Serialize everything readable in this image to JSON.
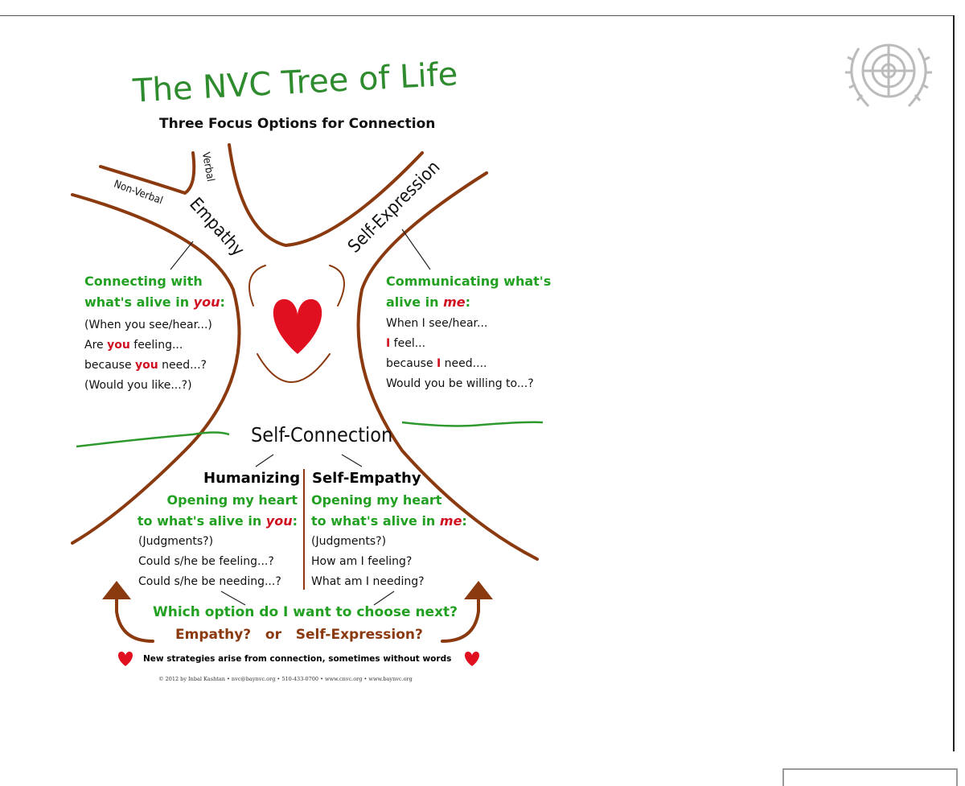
{
  "title": "The NVC Tree of Life",
  "subtitle": "Three Focus Options for Connection",
  "branches": {
    "verbal": "Verbal",
    "non_verbal": "Non-Verbal",
    "empathy": "Empathy",
    "self_expression": "Self-Expression",
    "self_connection": "Self-Connection"
  },
  "empathy": {
    "heading1": "Connecting with",
    "heading2_prefix": "what's alive in ",
    "heading2_em": "you",
    "heading2_suffix": ":",
    "line1": "(When you see/hear...)",
    "line2_a": "Are ",
    "line2_b": "you",
    "line2_c": " feeling...",
    "line3_a": "because ",
    "line3_b": "you",
    "line3_c": " need...?",
    "line4": "(Would you like...?)"
  },
  "expression": {
    "heading1": "Communicating what's",
    "heading2_prefix": "alive in ",
    "heading2_em": "me",
    "heading2_suffix": ":",
    "line1": "When I see/hear...",
    "line2_a": "I",
    "line2_b": " feel...",
    "line3_a": "because ",
    "line3_b": "I",
    "line3_c": " need....",
    "line4": "Would you be willing to...?"
  },
  "humanizing": {
    "title": "Humanizing",
    "heading1": "Opening my heart",
    "heading2_prefix": "to what's alive in ",
    "heading2_em": "you",
    "heading2_suffix": ":",
    "line1": "(Judgments?)",
    "line2": "Could s/he be feeling...?",
    "line3": "Could s/he be needing...?"
  },
  "self_empathy": {
    "title": "Self-Empathy",
    "heading1": "Opening my heart",
    "heading2_prefix": "to what's alive in ",
    "heading2_em": "me",
    "heading2_suffix": ":",
    "line1": "(Judgments?)",
    "line2": "How am I feeling?",
    "line3": "What am I needing?"
  },
  "question": "Which option do I want to choose next?",
  "options": "Empathy?   or   Self-Expression?",
  "footer_note": "New strategies arise from connection, sometimes without words",
  "copyright": "© 2012 by Inbal Kashtan • nvc@baynvc.org • 510-433-0700 • www.cnvc.org • www.baynvc.org",
  "colors": {
    "green": "#22a022",
    "brown": "#8b3a10",
    "red": "#e01020"
  }
}
